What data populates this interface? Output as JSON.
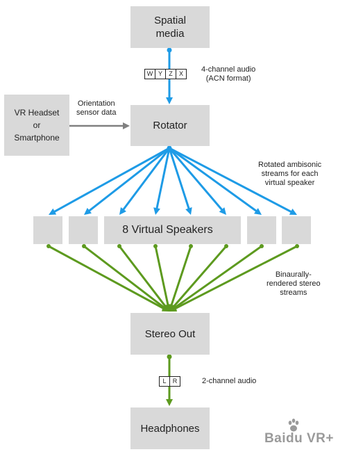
{
  "nodes": {
    "spatial_media": "Spatial\nmedia",
    "vr_headset": "VR Headset\nor\nSmartphone",
    "rotator": "Rotator",
    "virtual_speakers": "8 Virtual Speakers",
    "stereo_out": "Stereo Out",
    "headphones": "Headphones"
  },
  "channels_4": [
    "W",
    "Y",
    "Z",
    "X"
  ],
  "channels_2": [
    "L",
    "R"
  ],
  "annotations": {
    "four_channel": "4-channel audio\n(ACN format)",
    "orientation": "Orientation\nsensor data",
    "rotated": "Rotated ambisonic\nstreams for each\nvirtual speaker",
    "binaural": "Binaurally-\nrendered stereo\nstreams",
    "two_channel": "2-channel audio"
  },
  "speaker_count": 8,
  "colors": {
    "box": "#d9d9d9",
    "blue": "#1e9be6",
    "green": "#5d9a1f",
    "gray": "#808080"
  },
  "watermark": "Baidu VR+"
}
